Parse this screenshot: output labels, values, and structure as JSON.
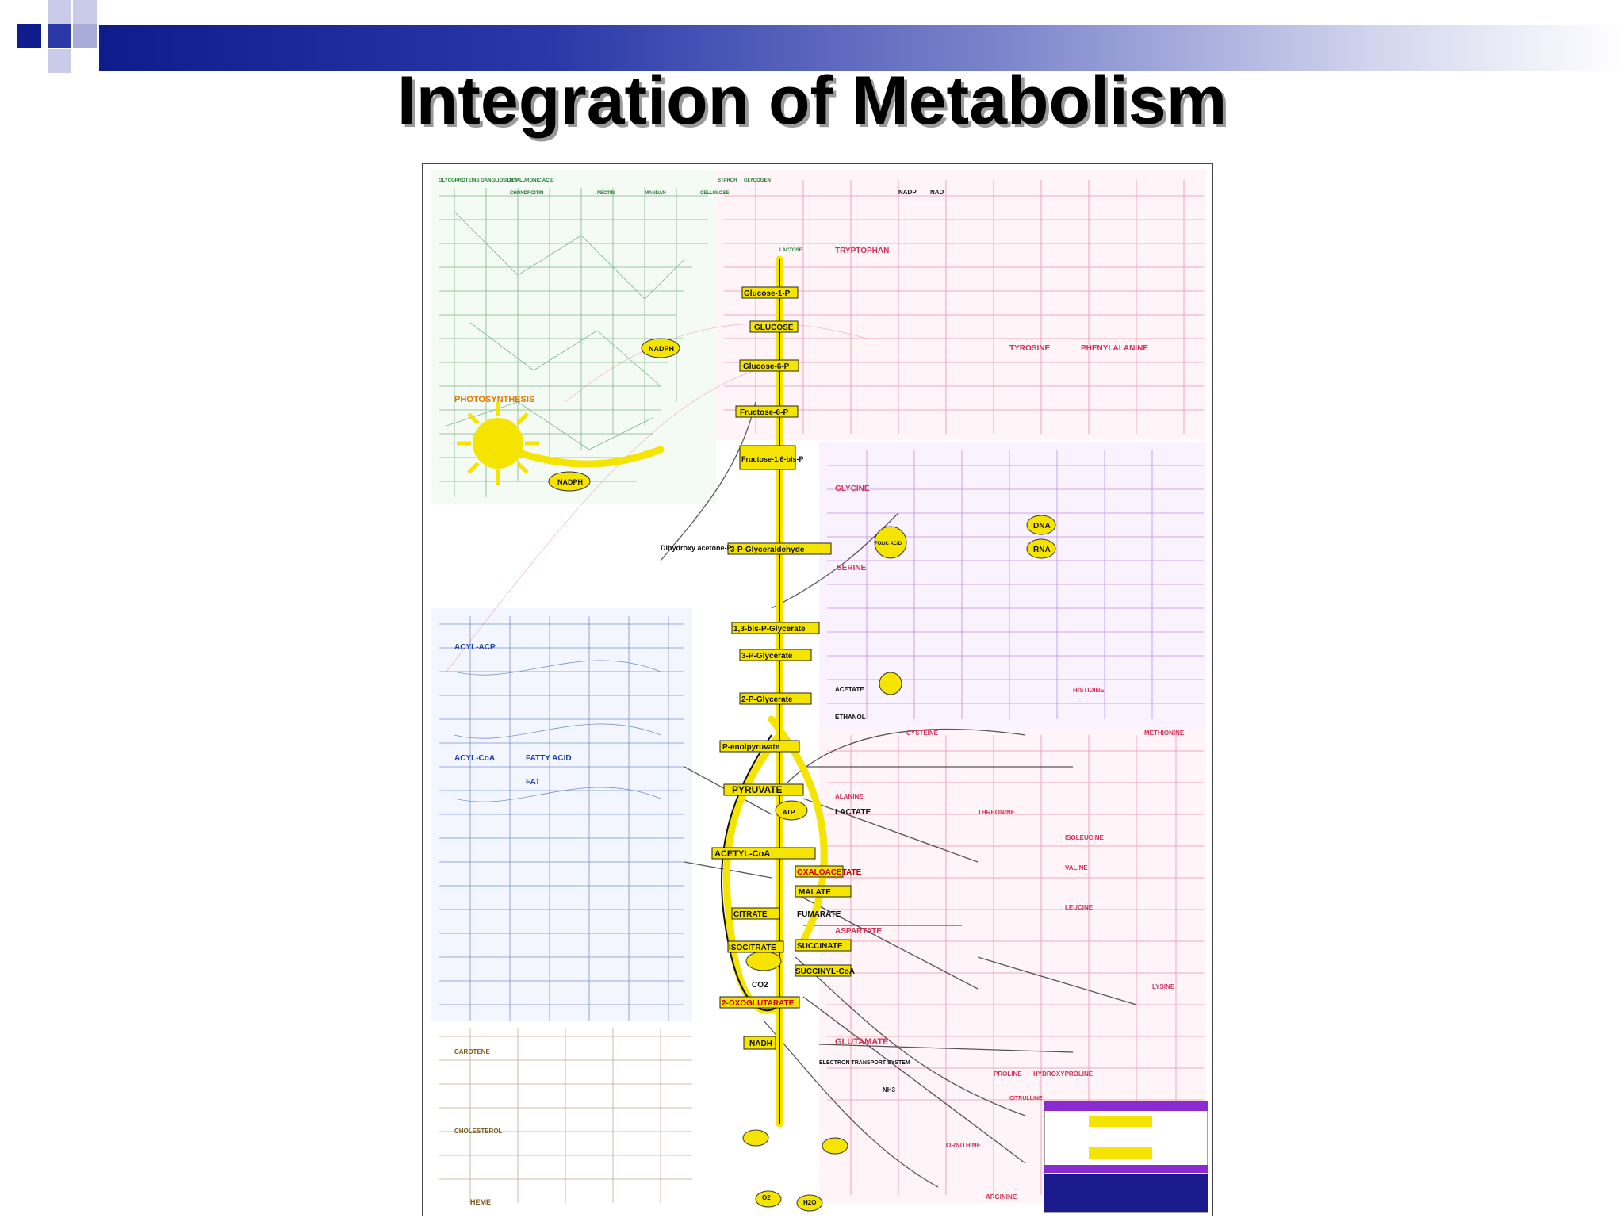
{
  "slide": {
    "title": "Integration of Metabolism"
  },
  "colors": {
    "band_dark": "#0e1c8c",
    "carbohydrate": "#1f7a2e",
    "amino_acid": "#d6305a",
    "nucleotide": "#8a2bd0",
    "lipid": "#1a3fa0",
    "central_pathway": "#f5e400",
    "cofactor_brown": "#7a5a1a"
  },
  "poster": {
    "labels": {
      "glucose_1p": "Glucose-1-P",
      "glucose": "GLUCOSE",
      "glucose_6p": "Glucose-6-P",
      "fructose_6p": "Fructose-6-P",
      "fructose_bisp": "Fructose-1,6-bis-P",
      "photosynthesis": "PHOTOSYNTHESIS",
      "nadph_top": "NADPH",
      "nadph_mid": "NADPH",
      "p_glyceraldehyde": "3-P-Glyceraldehyde",
      "dihydroxy": "Dihydroxy acetone-P",
      "bis_p_glycerate": "1,3-bis-P-Glycerate",
      "p3_glycerate": "3-P-Glycerate",
      "p2_glycerate": "2-P-Glycerate",
      "pep": "P-enolpyruvate",
      "pyruvate": "PYRUVATE",
      "acetyl_coa": "ACETYL-CoA",
      "oxaloacetate": "OXALOACETATE",
      "malate": "MALATE",
      "fumarate": "FUMARATE",
      "citrate": "CITRATE",
      "isocitrate": "ISOCITRATE",
      "succinate": "SUCCINATE",
      "succinyl_coa": "SUCCINYL-CoA",
      "oxoglutarate": "2-OXOGLUTARATE",
      "co2": "CO2",
      "nadh": "NADH",
      "atp": "ATP",
      "glutamate": "GLUTAMATE",
      "aspartate": "ASPARTATE",
      "glycine": "GLYCINE",
      "serine": "SERINE",
      "tryptophan": "TRYPTOPHAN",
      "tyrosine": "TYROSINE",
      "phenylalanine": "PHENYLALANINE",
      "dna": "DNA",
      "rna": "RNA",
      "acyl_acp": "ACYL-ACP",
      "acyl_coa": "ACYL-CoA",
      "fatty_acid": "FATTY ACID",
      "fat": "FAT",
      "lactate": "LACTATE",
      "alanine": "ALANINE",
      "ethanol": "ETHANOL",
      "acetate": "ACETATE",
      "cysteine": "CYSTEINE",
      "histidine": "HISTIDINE",
      "methionine": "METHIONINE",
      "threonine": "THREONINE",
      "isoleucine": "ISOLEUCINE",
      "valine": "VALINE",
      "leucine": "LEUCINE",
      "lysine": "LYSINE",
      "proline": "PROLINE",
      "hydroxyproline": "HYDROXYPROLINE",
      "ornithine": "ORNITHINE",
      "arginine": "ARGININE",
      "heme": "HEME",
      "citrulline": "CITRULLINE",
      "nh3": "NH3",
      "electron_transport": "ELECTRON TRANSPORT SYSTEM",
      "o2": "O2",
      "h2o": "H2O",
      "nadp": "NADP",
      "nad": "NAD",
      "glycoproteins": "GLYCOPROTEINS GANGLIOSIDES",
      "hyaluronic": "HYALURONIC ACID",
      "chondroitin": "CHONDROITIN",
      "cellulose": "CELLULOSE",
      "starch": "STARCH",
      "glycogen": "GLYCOGEN",
      "lactose": "LACTOSE",
      "pectin": "PECTIN",
      "mannan": "MANNAN",
      "folic": "FOLIC ACID",
      "cholesterol": "CHOLESTEROL",
      "carotene": "CAROTENE"
    }
  }
}
